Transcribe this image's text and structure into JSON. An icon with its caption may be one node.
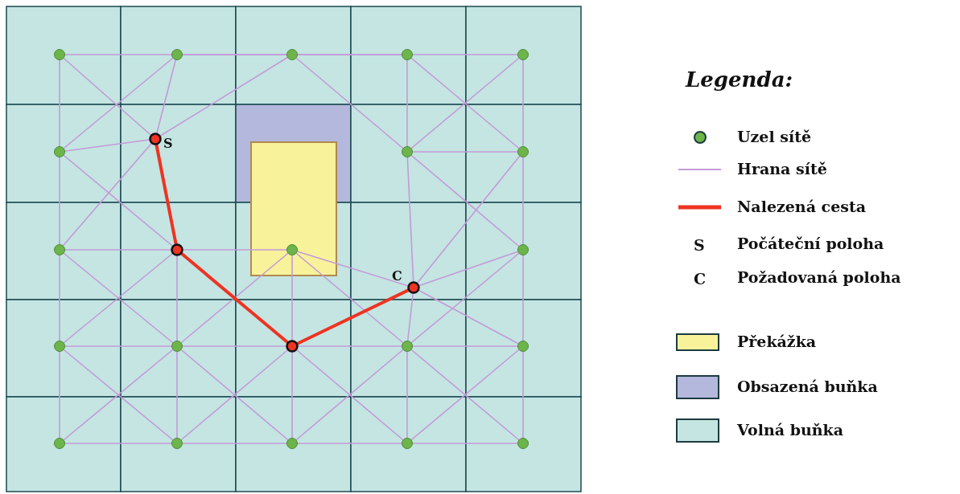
{
  "diagram": {
    "labels": [
      "S",
      "C",
      "Legenda:",
      "S",
      "C"
    ],
    "legend": [
      {
        "text": "Uzel sítě"
      },
      {
        "text": "Hrana sítě"
      },
      {
        "text": "Nalezená cesta"
      },
      {
        "text": "Počáteční poloha"
      },
      {
        "text": "Požadovaná poloha"
      },
      {
        "text": "Překážka",
        "color": "#f8f29a"
      },
      {
        "text": "Obsazená buňka",
        "color": "#b4b8dc"
      },
      {
        "text": "Volná buňka",
        "color": "#c4e5e2"
      }
    ]
  }
}
